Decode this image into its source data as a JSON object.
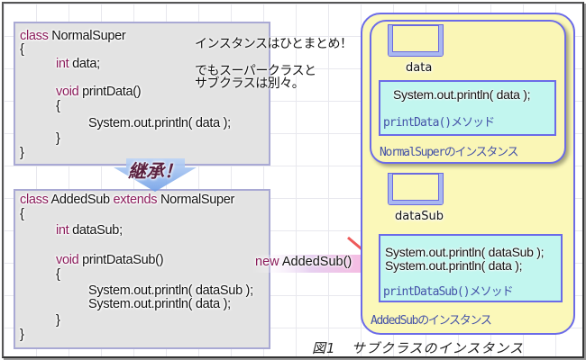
{
  "super_class": {
    "lines": [
      {
        "kw": "class",
        "text": " NormalSuper"
      },
      {
        "kw": "",
        "text": "{"
      },
      {
        "kw": "int",
        "text": " data;"
      },
      {
        "kw": "void",
        "text": " printData()"
      },
      {
        "kw": "",
        "text": "{"
      },
      {
        "kw": "",
        "text": "System.out.println( data );"
      },
      {
        "kw": "",
        "text": "}"
      },
      {
        "kw": "",
        "text": "}"
      }
    ]
  },
  "sub_class": {
    "line1_kw1": "class",
    "line1_name": " AddedSub ",
    "line1_kw2": "extends",
    "line1_parent": " NormalSuper",
    "open_brace": "{",
    "field_kw": "int",
    "field_name": " dataSub;",
    "method_kw": "void",
    "method_name": " printDataSub()",
    "method_open": "{",
    "stmt1": "System.out.println( dataSub );",
    "stmt2": "System.out.println( data );",
    "method_close": "}",
    "close_brace": "}"
  },
  "notes": {
    "line1": "インスタンスはひとまとめ！",
    "line2": "でもスーパークラスと",
    "line3": "サブクラスは別々。"
  },
  "inherit_label": "継承！",
  "new_expr": {
    "kw": "new",
    "text": " AddedSub()"
  },
  "instance": {
    "super_field": "data",
    "super_method_code": "System.out.println( data );",
    "super_method_name": "printData()メソッド",
    "super_label": "NormalSuperのインスタンス",
    "sub_field": "dataSub",
    "sub_method_code1": "System.out.println( dataSub );",
    "sub_method_code2": "System.out.println( data );",
    "sub_method_name": "printDataSub()メソッド",
    "sub_label": "AddedSubのインスタンス"
  },
  "caption": {
    "fig": "図1",
    "title": "サブクラスのインスタンス"
  },
  "colors": {
    "keyword": "#8a1b5a",
    "instance_border": "#6b6be8",
    "instance_fill": "#fbf8b9",
    "method_fill": "#c2f6ef"
  }
}
